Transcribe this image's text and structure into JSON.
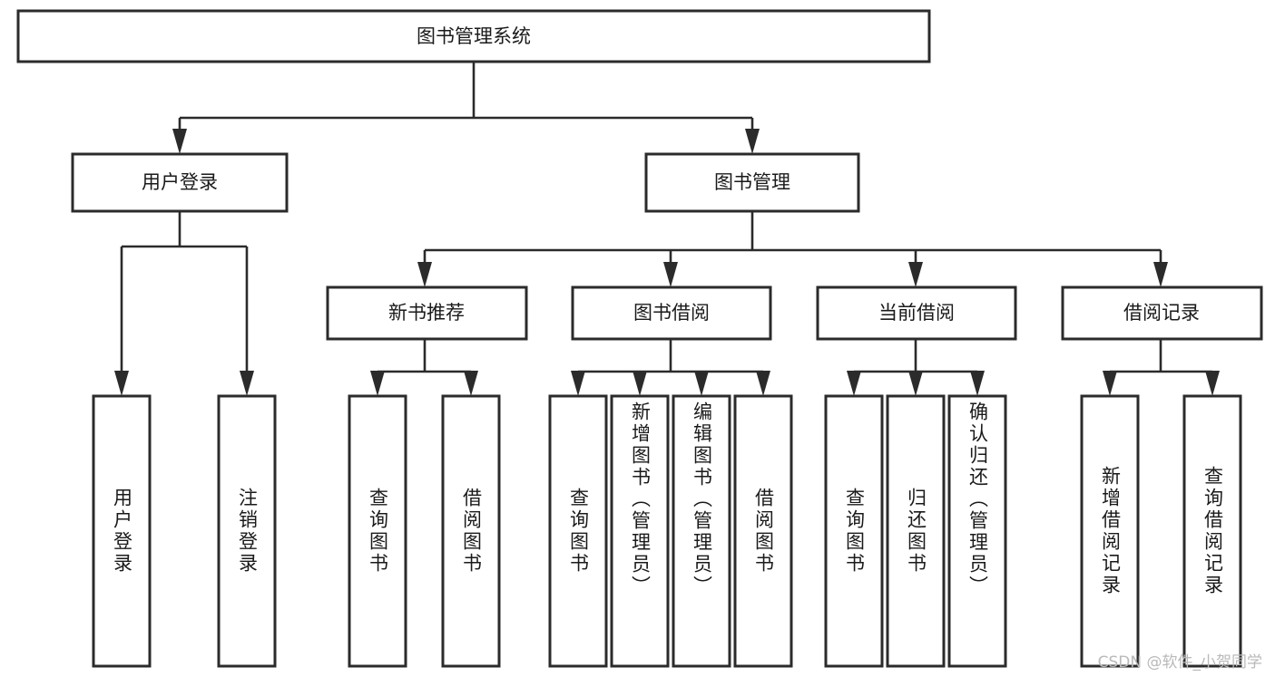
{
  "diagram": {
    "type": "tree-hierarchy-flowchart",
    "orientation": "top-down",
    "colors": {
      "background": "#ffffff",
      "box_fill": "#ffffff",
      "box_stroke": "#2b2b2b",
      "connector": "#2b2b2b",
      "text": "#1a1a1a",
      "watermark": "#b9b9b9"
    },
    "root": {
      "label": "图书管理系统"
    },
    "level2": [
      {
        "label": "用户登录"
      },
      {
        "label": "图书管理"
      }
    ],
    "level3": [
      {
        "label": "新书推荐"
      },
      {
        "label": "图书借阅"
      },
      {
        "label": "当前借阅"
      },
      {
        "label": "借阅记录"
      }
    ],
    "leaves": {
      "user_login": [
        {
          "label": "用户登录"
        },
        {
          "label": "注销登录"
        }
      ],
      "new_book_recommend": [
        {
          "label": "查询图书"
        },
        {
          "label": "借阅图书"
        }
      ],
      "book_borrow": [
        {
          "label": "查询图书"
        },
        {
          "label": "新增图书（管理员）"
        },
        {
          "label": "编辑图书（管理员）"
        },
        {
          "label": "借阅图书"
        }
      ],
      "current_borrow": [
        {
          "label": "查询图书"
        },
        {
          "label": "归还图书"
        },
        {
          "label": "确认归还（管理员）"
        }
      ],
      "borrow_records": [
        {
          "label": "新增借阅记录"
        },
        {
          "label": "查询借阅记录"
        }
      ]
    },
    "watermark": "CSDN @软件_小贺同学"
  }
}
